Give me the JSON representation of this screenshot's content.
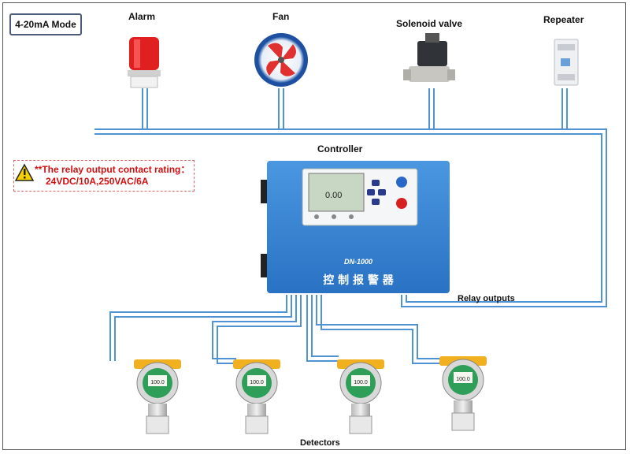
{
  "mode_label": "4-20mA Mode",
  "devices": {
    "alarm": "Alarm",
    "fan": "Fan",
    "solenoid_valve": "Solenoid valve",
    "repeater": "Repeater"
  },
  "controller": {
    "title": "Controller",
    "model": "DN-1000",
    "chinese_label": "控 制 报 警 器",
    "screen_value": "0.00"
  },
  "note": {
    "prefix": "**",
    "line1": "The relay output contact rating：",
    "line2": "24VDC/10A,250VAC/6A"
  },
  "relay_outputs_label": "Relay outputs",
  "detectors_label": "Detectors",
  "detector_readings": [
    "100.0",
    "100.0",
    "100.0",
    "100.0"
  ],
  "colors": {
    "wire": "#4f93d6",
    "controller": "#2f7fd0",
    "note_text": "#d01010"
  }
}
